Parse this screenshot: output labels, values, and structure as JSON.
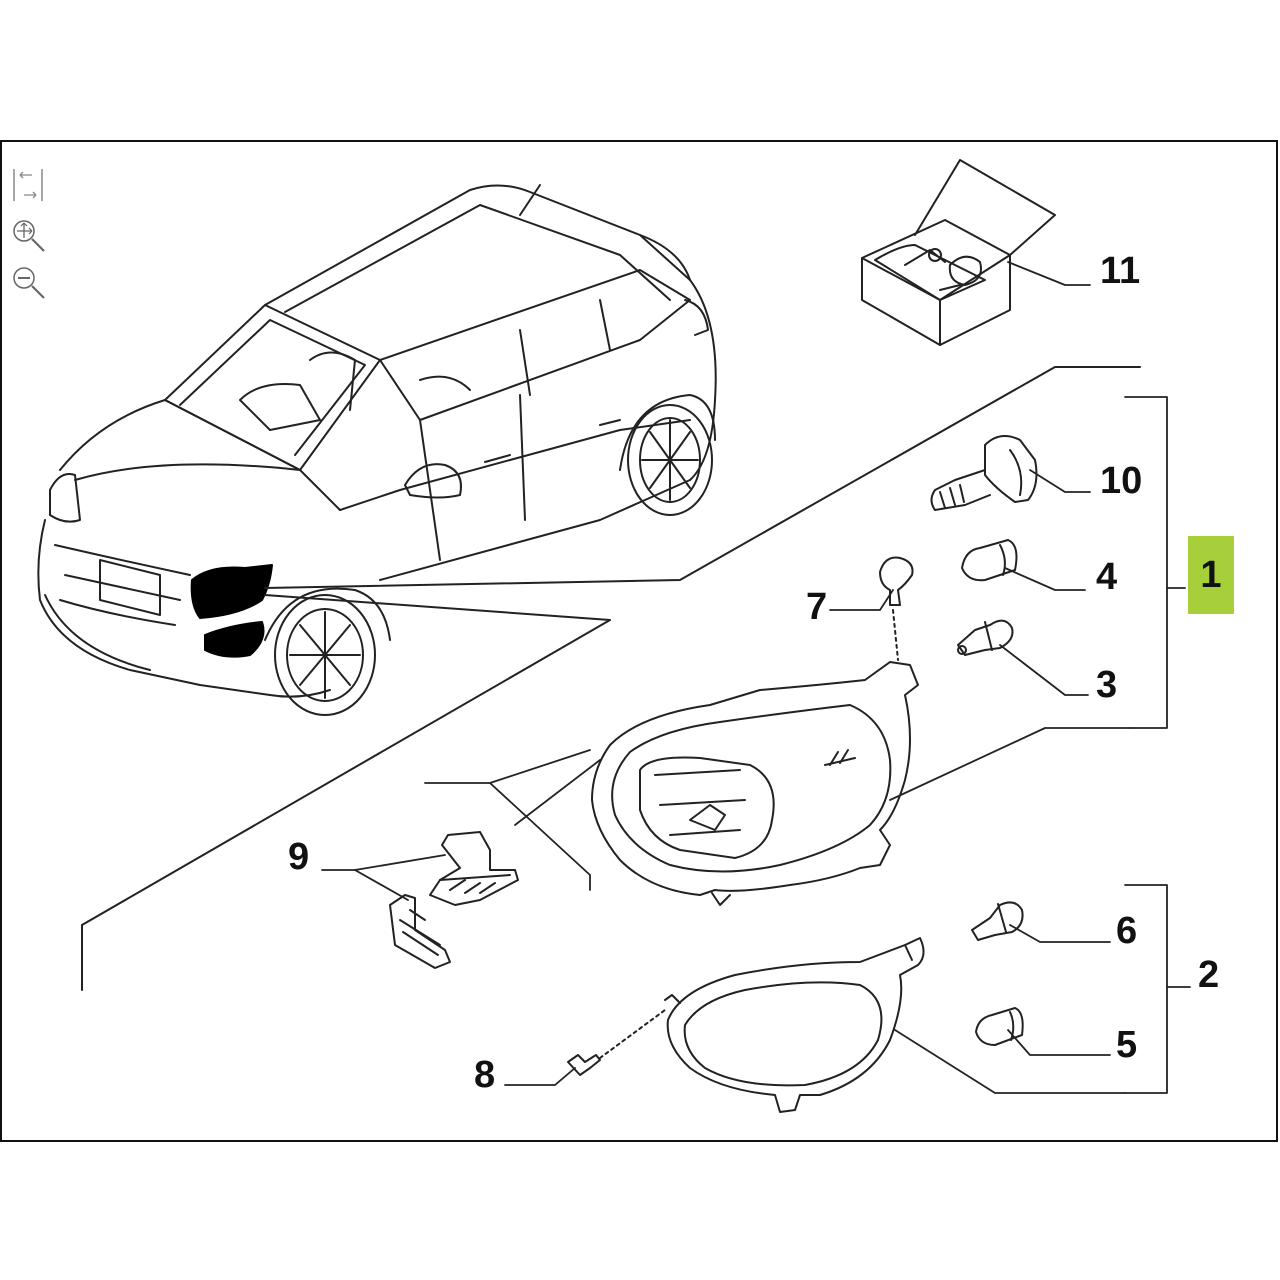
{
  "diagram": {
    "callouts": [
      {
        "id": "c1",
        "label": "1",
        "highlighted": true
      },
      {
        "id": "c2",
        "label": "2"
      },
      {
        "id": "c3",
        "label": "3"
      },
      {
        "id": "c4",
        "label": "4"
      },
      {
        "id": "c5",
        "label": "5"
      },
      {
        "id": "c6",
        "label": "6"
      },
      {
        "id": "c7",
        "label": "7"
      },
      {
        "id": "c8",
        "label": "8"
      },
      {
        "id": "c9",
        "label": "9"
      },
      {
        "id": "c10",
        "label": "10"
      },
      {
        "id": "c11",
        "label": "11"
      }
    ]
  },
  "toolbar": {
    "icons": [
      "fit-to-width-icon",
      "pan-icon",
      "zoom-out-icon"
    ]
  },
  "colors": {
    "highlight": "#a6cf3a",
    "line": "#222222",
    "selected_part": "#000000"
  }
}
